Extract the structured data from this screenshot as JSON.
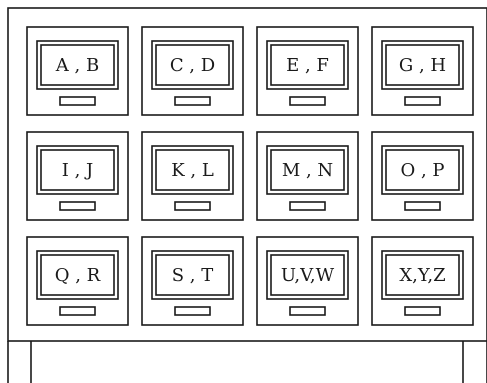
{
  "cabinet": {
    "drawers": [
      {
        "label": "A , B"
      },
      {
        "label": "C , D"
      },
      {
        "label": "E , F"
      },
      {
        "label": "G , H"
      },
      {
        "label": "I , J"
      },
      {
        "label": "K , L"
      },
      {
        "label": "M , N"
      },
      {
        "label": "O , P"
      },
      {
        "label": "Q , R"
      },
      {
        "label": "S , T"
      },
      {
        "label": "U,V,W"
      },
      {
        "label": "X,Y,Z"
      }
    ]
  }
}
